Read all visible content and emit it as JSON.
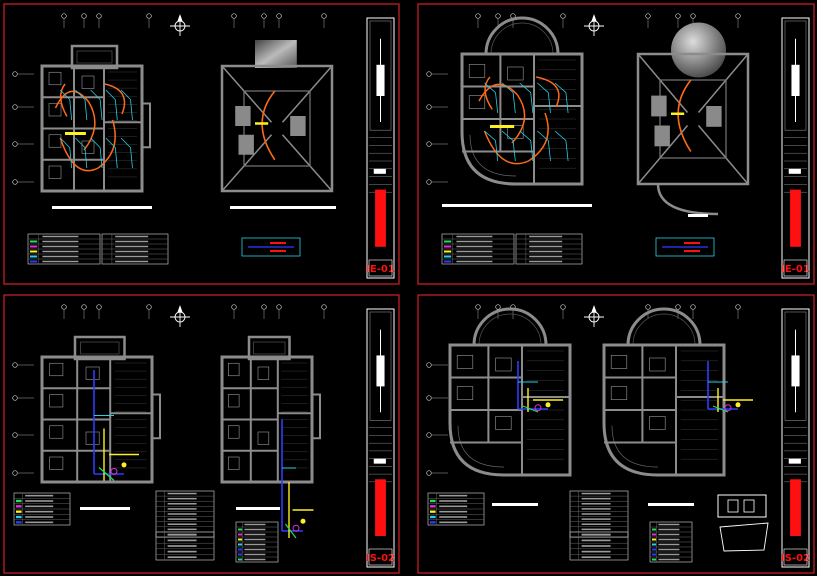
{
  "viewer": {
    "background": "#000000"
  },
  "colors": {
    "frame": "#d4202a",
    "walls": "#8c8c8c",
    "wiring": "#ff6a1a",
    "cyan": "#27d0e6",
    "yellow": "#fff01e",
    "blue": "#2c3cff",
    "green": "#1fe05a",
    "magenta": "#e030e0",
    "titleblock_red": "#ff1010"
  },
  "sheets": [
    {
      "id": "IE-01",
      "code": "IE-01",
      "quadrant": "top-left",
      "type": "electrical",
      "layout": "square"
    },
    {
      "id": "IE-01b",
      "code": "IE-01",
      "quadrant": "top-right",
      "type": "electrical",
      "layout": "domed"
    },
    {
      "id": "IS-01",
      "code": "IS-02",
      "quadrant": "bottom-left",
      "type": "sanitary",
      "layout": "square"
    },
    {
      "id": "IS-02",
      "code": "IS-02",
      "quadrant": "bottom-right",
      "type": "sanitary",
      "layout": "domed"
    }
  ],
  "icons": [
    "north-arrow-icon",
    "grid-bubble-icon"
  ]
}
